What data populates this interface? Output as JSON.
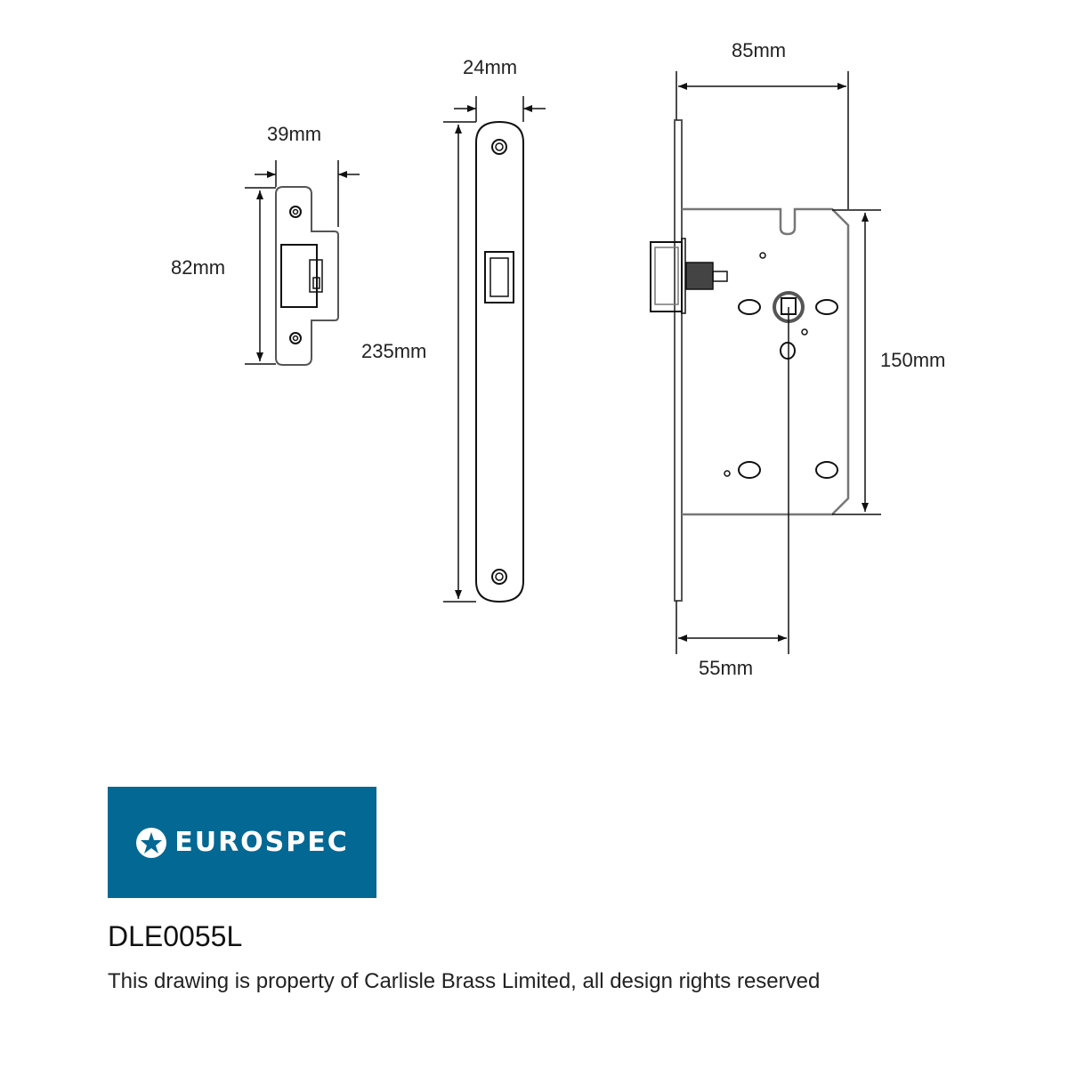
{
  "dimensions": {
    "strike_width": "39mm",
    "strike_height": "82mm",
    "forend_width": "24mm",
    "forend_height": "235mm",
    "case_width": "85mm",
    "case_height": "150mm",
    "backset": "55mm"
  },
  "logo": {
    "text": "EUROSPEC",
    "color": "#036893",
    "icon": "star-circle-icon"
  },
  "product_code": "DLE0055L",
  "copyright_note": "This drawing is property of Carlisle Brass Limited, all design rights reserved"
}
